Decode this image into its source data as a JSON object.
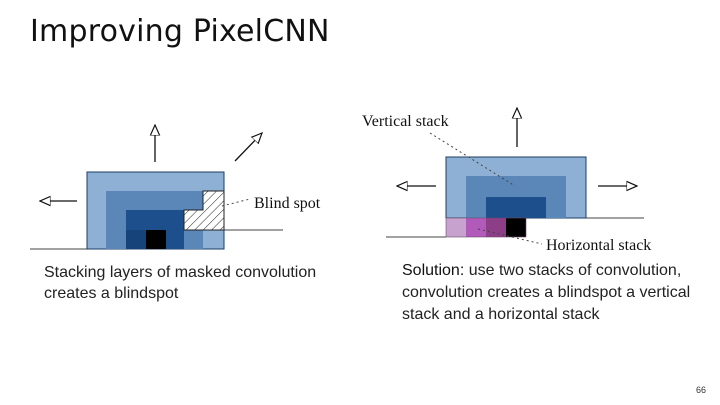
{
  "slide": {
    "title": "Improving PixelCNN",
    "page_number": "66"
  },
  "left_figure": {
    "blind_spot_label": "Blind spot",
    "caption": "Stacking layers of masked convolution creates a blindspot"
  },
  "right_figure": {
    "vertical_stack_label": "Vertical stack",
    "horizontal_stack_label": "Horizontal stack",
    "caption_lead": "Solution:",
    "caption_body": " use two stacks of convolution, convolution creates a blindspot a vertical stack and a horizontal stack"
  },
  "colors": {
    "layer_light": "#8eb0d4",
    "layer_mid": "#5a86b8",
    "layer_dark": "#1c4f8c",
    "pixel_black": "#000000",
    "horizontal_light": "#c7a2cf",
    "horizontal_mid": "#b25ab9",
    "horizontal_dark": "#8c3e87"
  }
}
